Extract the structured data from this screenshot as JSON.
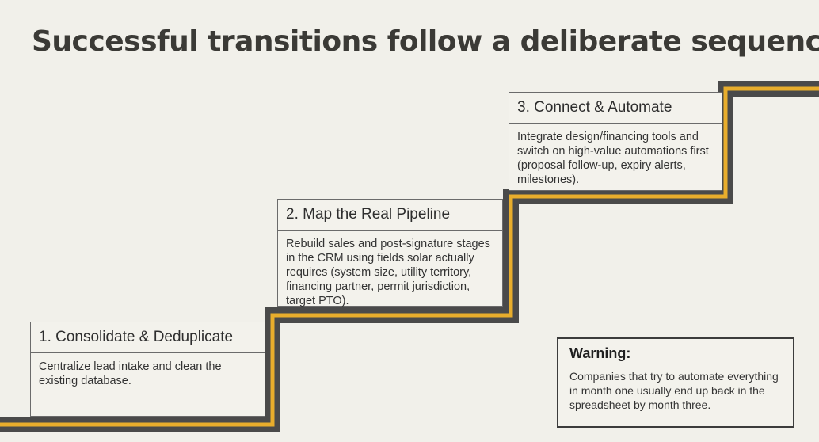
{
  "title": "Successful transitions follow a deliberate sequence.",
  "colors": {
    "background": "#f1f0ea",
    "stair_outline": "#4a4a4a",
    "stair_accent": "#e8ad2c",
    "text": "#2f2f2f"
  },
  "steps": [
    {
      "heading": "1. Consolidate & Deduplicate",
      "body": "Centralize lead intake and clean the existing database."
    },
    {
      "heading": "2. Map the Real Pipeline",
      "body": "Rebuild sales and post-signature stages in the CRM using fields solar actually requires (system size, utility territory, financing partner, permit jurisdiction, target PTO)."
    },
    {
      "heading": "3. Connect & Automate",
      "body": "Integrate design/financing tools and switch on high-value automations first (proposal follow-up, expiry alerts, milestones)."
    }
  ],
  "warning": {
    "title": "Warning:",
    "text": "Companies that try to automate everything in month one usually end up back in the spreadsheet by month three."
  }
}
